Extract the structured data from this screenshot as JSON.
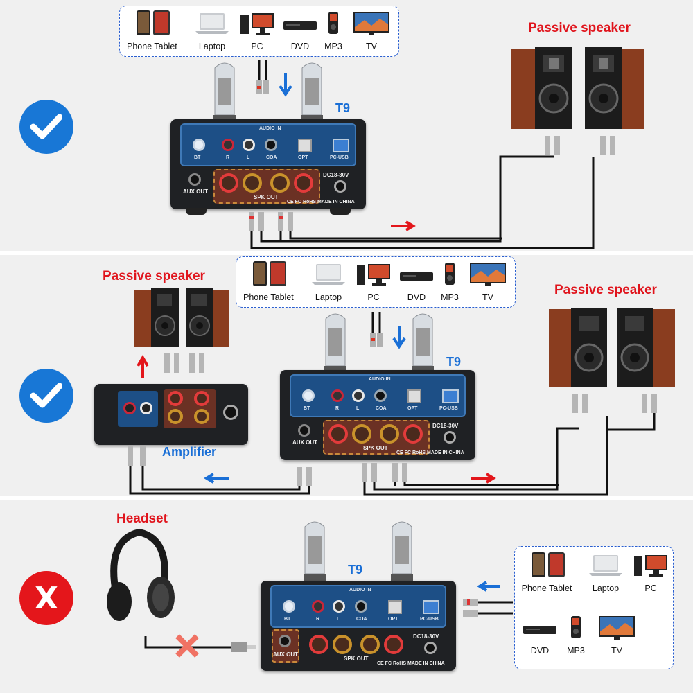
{
  "sources": {
    "phone_tablet": "Phone Tablet",
    "laptop": "Laptop",
    "pc": "PC",
    "dvd": "DVD",
    "mp3": "MP3",
    "tv": "TV"
  },
  "labels": {
    "passive_speaker": "Passive speaker",
    "t9": "T9",
    "amplifier": "Amplifier",
    "headset": "Headset"
  },
  "device": {
    "audio_in": "AUDIO IN",
    "bt": "BT",
    "r": "R",
    "l": "L",
    "coa": "COA",
    "opt": "OPT",
    "pc_usb": "PC-USB",
    "aux_out": "AUX OUT",
    "spk_out": "SPK OUT",
    "dc": "DC18-30V",
    "made_in_china": "MADE IN CHINA",
    "cert": "CE FC RoHS"
  },
  "badges": {
    "ok_symbol": "✔",
    "no_symbol": "X"
  },
  "colors": {
    "blue": "#1877d6",
    "red": "#e4161b",
    "panel": "#f0f0f0"
  }
}
